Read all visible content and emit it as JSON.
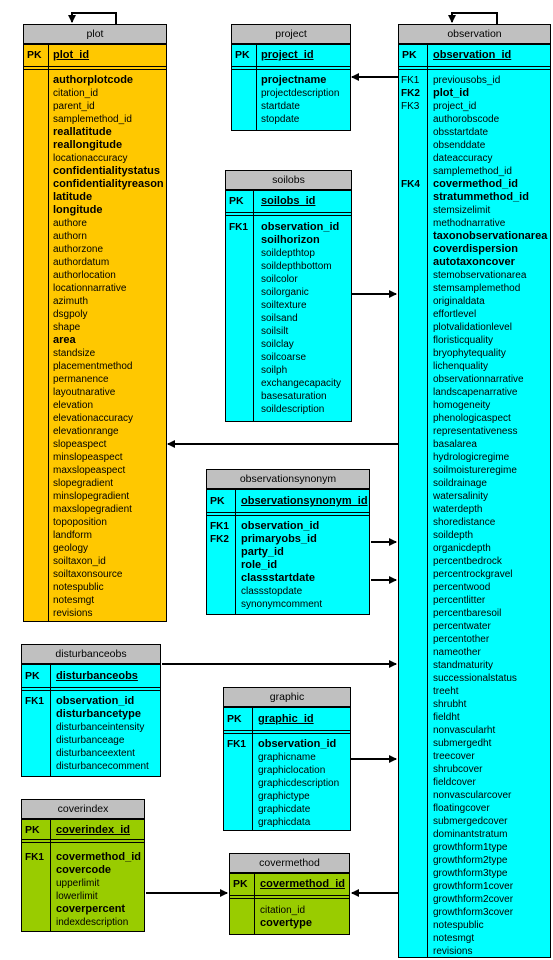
{
  "keys": {
    "pk": "PK",
    "fk1": "FK1",
    "fk2": "FK2",
    "fk3": "FK3",
    "fk4": "FK4",
    "blank": ""
  },
  "plot": {
    "title": "plot",
    "pk": "plot_id",
    "fields": [
      {
        "t": "authorplotcode",
        "b": true
      },
      {
        "t": "citation_id",
        "b": false
      },
      {
        "t": "parent_id",
        "b": false
      },
      {
        "t": "samplemethod_id",
        "b": false
      },
      {
        "t": "reallatitude",
        "b": true
      },
      {
        "t": "reallongitude",
        "b": true
      },
      {
        "t": "locationaccuracy",
        "b": false
      },
      {
        "t": "confidentialitystatus",
        "b": true
      },
      {
        "t": "confidentialityreason",
        "b": true
      },
      {
        "t": "latitude",
        "b": true
      },
      {
        "t": "longitude",
        "b": true
      },
      {
        "t": "authore",
        "b": false
      },
      {
        "t": "authorn",
        "b": false
      },
      {
        "t": "authorzone",
        "b": false
      },
      {
        "t": "authordatum",
        "b": false
      },
      {
        "t": "authorlocation",
        "b": false
      },
      {
        "t": "locationnarrative",
        "b": false
      },
      {
        "t": "azimuth",
        "b": false
      },
      {
        "t": "dsgpoly",
        "b": false
      },
      {
        "t": "shape",
        "b": false
      },
      {
        "t": "area",
        "b": true
      },
      {
        "t": "standsize",
        "b": false
      },
      {
        "t": "placementmethod",
        "b": false
      },
      {
        "t": "permanence",
        "b": false
      },
      {
        "t": "layoutnarative",
        "b": false
      },
      {
        "t": "elevation",
        "b": false
      },
      {
        "t": "elevationaccuracy",
        "b": false
      },
      {
        "t": "elevationrange",
        "b": false
      },
      {
        "t": "slopeaspect",
        "b": false
      },
      {
        "t": "minslopeaspect",
        "b": false
      },
      {
        "t": "maxslopeaspect",
        "b": false
      },
      {
        "t": "slopegradient",
        "b": false
      },
      {
        "t": "minslopegradient",
        "b": false
      },
      {
        "t": "maxslopegradient",
        "b": false
      },
      {
        "t": "topoposition",
        "b": false
      },
      {
        "t": "landform",
        "b": false
      },
      {
        "t": "geology",
        "b": false
      },
      {
        "t": "soiltaxon_id",
        "b": false
      },
      {
        "t": "soiltaxonsource",
        "b": false
      },
      {
        "t": "notespublic",
        "b": false
      },
      {
        "t": "notesmgt",
        "b": false
      },
      {
        "t": "revisions",
        "b": false
      }
    ]
  },
  "project": {
    "title": "project",
    "pk": "project_id",
    "fields": [
      {
        "t": "projectname",
        "b": true
      },
      {
        "t": "projectdescription",
        "b": false
      },
      {
        "t": "startdate",
        "b": false
      },
      {
        "t": "stopdate",
        "b": false
      }
    ]
  },
  "soilobs": {
    "title": "soilobs",
    "pk": "soilobs_id",
    "fields": [
      {
        "t": "observation_id",
        "b": true
      },
      {
        "t": "soilhorizon",
        "b": true
      },
      {
        "t": "soildepthtop",
        "b": false
      },
      {
        "t": "soildepthbottom",
        "b": false
      },
      {
        "t": "soilcolor",
        "b": false
      },
      {
        "t": "soilorganic",
        "b": false
      },
      {
        "t": "soiltexture",
        "b": false
      },
      {
        "t": "soilsand",
        "b": false
      },
      {
        "t": "soilsilt",
        "b": false
      },
      {
        "t": "soilclay",
        "b": false
      },
      {
        "t": "soilcoarse",
        "b": false
      },
      {
        "t": "soilph",
        "b": false
      },
      {
        "t": "exchangecapacity",
        "b": false
      },
      {
        "t": "basesaturation",
        "b": false
      },
      {
        "t": "soildescription",
        "b": false
      }
    ]
  },
  "observationsynonym": {
    "title": "observationsynonym",
    "pk": "observationsynonym_id",
    "fields": [
      {
        "t": "observation_id",
        "b": true
      },
      {
        "t": "primaryobs_id",
        "b": true
      },
      {
        "t": "party_id",
        "b": true
      },
      {
        "t": "role_id",
        "b": true
      },
      {
        "t": "classstartdate",
        "b": true
      },
      {
        "t": "classstopdate",
        "b": false
      },
      {
        "t": "synonymcomment",
        "b": false
      }
    ]
  },
  "disturbanceobs": {
    "title": "disturbanceobs",
    "pk": "disturbanceobs",
    "fields": [
      {
        "t": "observation_id",
        "b": true
      },
      {
        "t": "disturbancetype",
        "b": true
      },
      {
        "t": "disturbanceintensity",
        "b": false
      },
      {
        "t": "disturbanceage",
        "b": false
      },
      {
        "t": "disturbanceextent",
        "b": false
      },
      {
        "t": "disturbancecomment",
        "b": false
      }
    ]
  },
  "graphic": {
    "title": "graphic",
    "pk": "graphic_id",
    "fields": [
      {
        "t": "observation_id",
        "b": true
      },
      {
        "t": "graphicname",
        "b": false
      },
      {
        "t": "graphiclocation",
        "b": false
      },
      {
        "t": "graphicdescription",
        "b": false
      },
      {
        "t": "graphictype",
        "b": false
      },
      {
        "t": "graphicdate",
        "b": false
      },
      {
        "t": "graphicdata",
        "b": false
      }
    ]
  },
  "coverindex": {
    "title": "coverindex",
    "pk": "coverindex_id",
    "fields": [
      {
        "t": "covermethod_id",
        "b": true
      },
      {
        "t": "covercode",
        "b": true
      },
      {
        "t": "upperlimit",
        "b": false
      },
      {
        "t": "lowerlimit",
        "b": false
      },
      {
        "t": "coverpercent",
        "b": true
      },
      {
        "t": "indexdescription",
        "b": false
      }
    ]
  },
  "covermethod": {
    "title": "covermethod",
    "pk": "covermethod_id",
    "fields": [
      {
        "t": "citation_id",
        "b": false
      },
      {
        "t": "covertype",
        "b": true
      }
    ]
  },
  "observation": {
    "title": "observation",
    "pk": "observation_id",
    "fields": [
      {
        "t": "previousobs_id",
        "b": false
      },
      {
        "t": "plot_id",
        "b": true
      },
      {
        "t": "project_id",
        "b": false
      },
      {
        "t": "authorobscode",
        "b": false
      },
      {
        "t": "obsstartdate",
        "b": false
      },
      {
        "t": "obsenddate",
        "b": false
      },
      {
        "t": "dateaccuracy",
        "b": false
      },
      {
        "t": "samplemethod_id",
        "b": false
      },
      {
        "t": "covermethod_id",
        "b": true
      },
      {
        "t": "stratummethod_id",
        "b": true
      },
      {
        "t": "stemsizelimit",
        "b": false
      },
      {
        "t": "methodnarrative",
        "b": false
      },
      {
        "t": "taxonobservationarea",
        "b": true
      },
      {
        "t": "coverdispersion",
        "b": true
      },
      {
        "t": "autotaxoncover",
        "b": true
      },
      {
        "t": "stemobservationarea",
        "b": false
      },
      {
        "t": "stemsamplemethod",
        "b": false
      },
      {
        "t": "originaldata",
        "b": false
      },
      {
        "t": "effortlevel",
        "b": false
      },
      {
        "t": "plotvalidationlevel",
        "b": false
      },
      {
        "t": "floristicquality",
        "b": false
      },
      {
        "t": "bryophytequality",
        "b": false
      },
      {
        "t": "lichenquality",
        "b": false
      },
      {
        "t": "observationnarrative",
        "b": false
      },
      {
        "t": "landscapenarrative",
        "b": false
      },
      {
        "t": "homogeneity",
        "b": false
      },
      {
        "t": "phenologicaspect",
        "b": false
      },
      {
        "t": "representativeness",
        "b": false
      },
      {
        "t": "basalarea",
        "b": false
      },
      {
        "t": "hydrologicregime",
        "b": false
      },
      {
        "t": "soilmoistureregime",
        "b": false
      },
      {
        "t": "soildrainage",
        "b": false
      },
      {
        "t": "watersalinity",
        "b": false
      },
      {
        "t": "waterdepth",
        "b": false
      },
      {
        "t": "shoredistance",
        "b": false
      },
      {
        "t": "soildepth",
        "b": false
      },
      {
        "t": "organicdepth",
        "b": false
      },
      {
        "t": "percentbedrock",
        "b": false
      },
      {
        "t": "percentrockgravel",
        "b": false
      },
      {
        "t": "percentwood",
        "b": false
      },
      {
        "t": "percentlitter",
        "b": false
      },
      {
        "t": "percentbaresoil",
        "b": false
      },
      {
        "t": "percentwater",
        "b": false
      },
      {
        "t": "percentother",
        "b": false
      },
      {
        "t": "nameother",
        "b": false
      },
      {
        "t": "standmaturity",
        "b": false
      },
      {
        "t": "successionalstatus",
        "b": false
      },
      {
        "t": "treeht",
        "b": false
      },
      {
        "t": "shrubht",
        "b": false
      },
      {
        "t": "fieldht",
        "b": false
      },
      {
        "t": "nonvascularht",
        "b": false
      },
      {
        "t": "submergedht",
        "b": false
      },
      {
        "t": "treecover",
        "b": false
      },
      {
        "t": "shrubcover",
        "b": false
      },
      {
        "t": "fieldcover",
        "b": false
      },
      {
        "t": "nonvascularcover",
        "b": false
      },
      {
        "t": "floatingcover",
        "b": false
      },
      {
        "t": "submergedcover",
        "b": false
      },
      {
        "t": "dominantstratum",
        "b": false
      },
      {
        "t": "growthform1type",
        "b": false
      },
      {
        "t": "growthform2type",
        "b": false
      },
      {
        "t": "growthform3type",
        "b": false
      },
      {
        "t": "growthform1cover",
        "b": false
      },
      {
        "t": "growthform2cover",
        "b": false
      },
      {
        "t": "growthform3cover",
        "b": false
      },
      {
        "t": "notespublic",
        "b": false
      },
      {
        "t": "notesmgt",
        "b": false
      },
      {
        "t": "revisions",
        "b": false
      }
    ]
  }
}
